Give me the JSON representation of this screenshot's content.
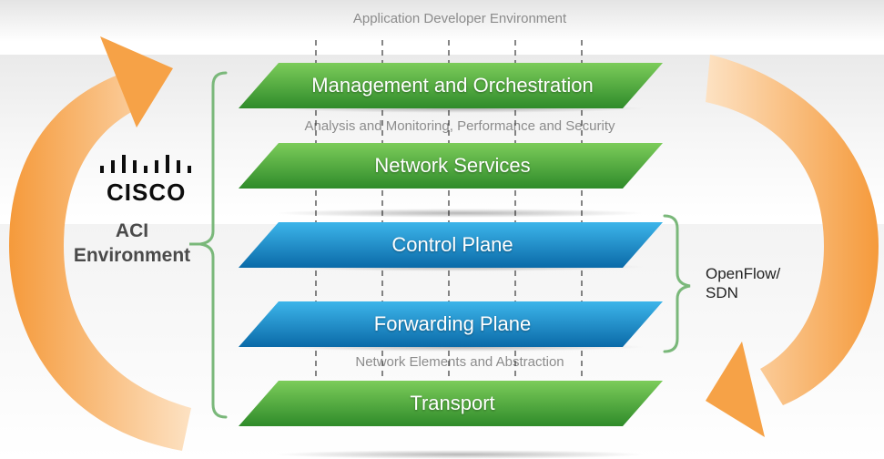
{
  "top_caption": "Application Developer Environment",
  "mid_caption": "Analysis and Monitoring, Performance and Security",
  "low_caption": "Network Elements and Abstraction",
  "layers": [
    {
      "label": "Management and Orchestration",
      "color": "green"
    },
    {
      "label": "Network Services",
      "color": "green"
    },
    {
      "label": "Control Plane",
      "color": "blue"
    },
    {
      "label": "Forwarding Plane",
      "color": "blue"
    },
    {
      "label": "Transport",
      "color": "green"
    }
  ],
  "left_brace_label": {
    "line1": "ACI",
    "line2": "Environment"
  },
  "right_brace_label": {
    "line1": "OpenFlow/",
    "line2": "SDN"
  },
  "logo": {
    "word": "CISCO",
    "icon": "cisco-bars-logo"
  },
  "colors": {
    "green_top": "#7ccc5a",
    "green_bottom": "#2f8b2a",
    "blue_top": "#3db5ea",
    "blue_bottom": "#0a6aa8",
    "arrow": "#f39a3a",
    "brace": "#7ab87a"
  }
}
